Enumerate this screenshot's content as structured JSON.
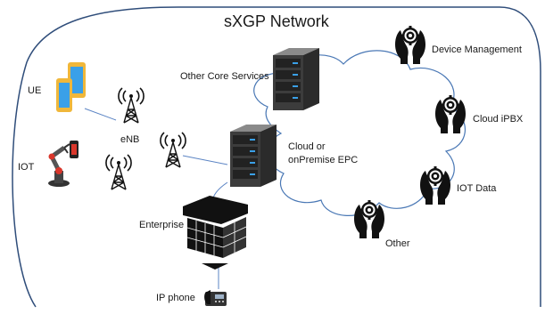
{
  "title": "sXGP Network",
  "labels": {
    "ue": "UE",
    "iot": "IOT",
    "enb": "eNB",
    "other_core_services": "Other Core Services",
    "cloud_epc_line1": "Cloud or",
    "cloud_epc_line2": "onPremise EPC",
    "enterprise": "Enterprise",
    "ip_phone": "IP phone",
    "device_management": "Device Management",
    "cloud_ipbx": "Cloud iPBX",
    "iot_data": "IOT Data",
    "other": "Other"
  },
  "colors": {
    "border": "#2f4d7a",
    "cloud": "#4a78b5",
    "link": "#5b84c4",
    "icon": "#111111",
    "screen": "#3aa0e8"
  },
  "icons": [
    "phone-icon",
    "robot-arm-icon",
    "antenna-tower-icon",
    "server-icon",
    "building-icon",
    "desk-phone-icon",
    "hands-gear-icon"
  ]
}
